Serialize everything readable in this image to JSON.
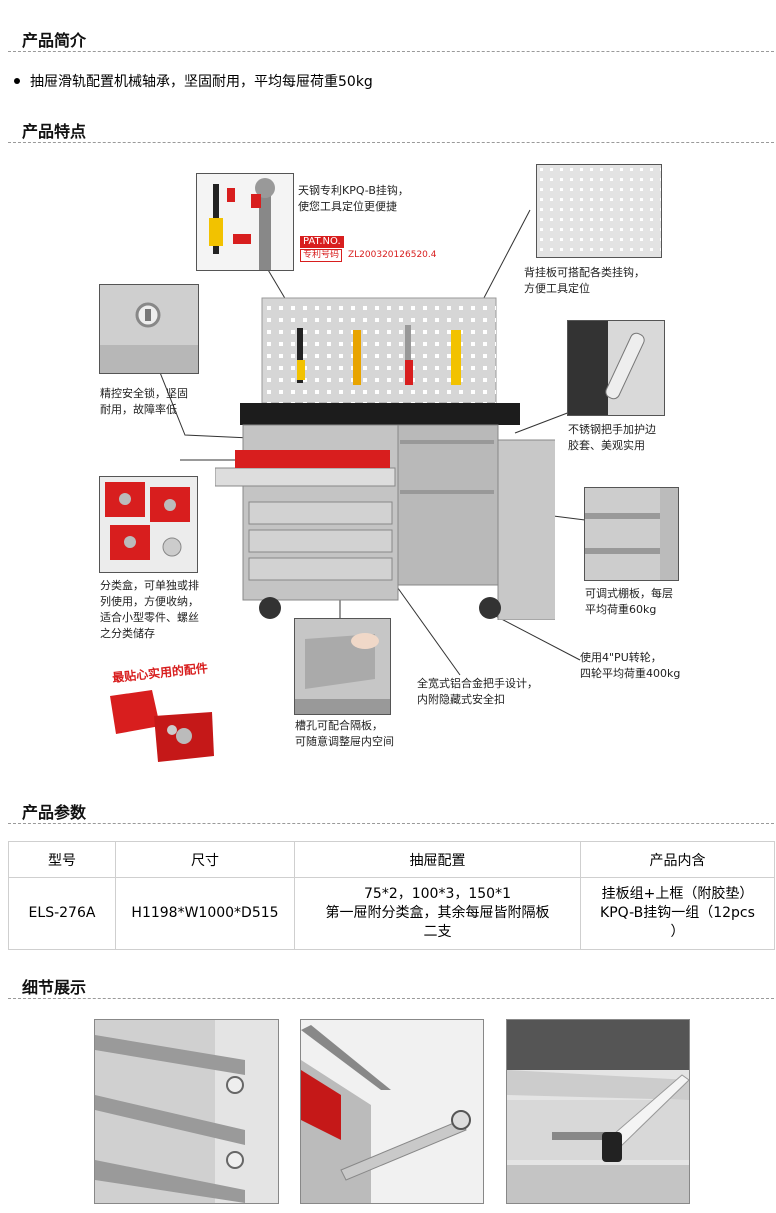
{
  "sections": {
    "intro": "产品简介",
    "features": "产品特点",
    "params": "产品参数",
    "details": "细节展示"
  },
  "intro_bullet": "抽屉滑轨配置机械轴承，坚固耐用，平均每屉荷重50kg",
  "figure": {
    "hook_caption": "天钢专利KPQ-B挂钩，\n使您工具定位更便捷",
    "pat_no_label": "PAT.NO.",
    "patent_label": "专利号码",
    "patent_number": "ZL200320126520.4",
    "back_panel_caption": "背挂板可搭配各类挂钩，\n方便工具定位",
    "lock_caption": "精控安全锁，坚固\n耐用，故障率低",
    "handle_caption": "不锈钢把手加护边\n胶套、美观实用",
    "bins_caption": "分类盒，可单独或排\n列使用，方便收纳，\n适合小型零件、螺丝\n之分类储存",
    "shelf_caption": "可调式棚板，每层\n平均荷重60kg",
    "accessory_label": "最贴心实用的配件",
    "wheel_caption": "使用4\"PU转轮，\n四轮平均荷重400kg",
    "drawer_handle_caption": "全宽式铝合金把手设计，\n内附隐藏式安全扣",
    "slot_caption": "槽孔可配合隔板，\n可随意调整屉内空间"
  },
  "table": {
    "headers": [
      "型号",
      "尺寸",
      "抽屉配置",
      "产品内含"
    ],
    "row": {
      "model": "ELS-276A",
      "size": "H1198*W1000*D515",
      "drawers_l1": "75*2，100*3，150*1",
      "drawers_l2": "第一屉附分类盒，其余每屉皆附隔板",
      "drawers_l3": "二支",
      "contents_l1": "挂板组+上框（附胶垫）",
      "contents_l2": "KPQ-B挂钩一组（12pcs",
      "contents_l3": "）"
    }
  },
  "colors": {
    "accent_red": "#d81e1e",
    "steel": "#c9c9c9",
    "rule": "#9a9a9a"
  }
}
